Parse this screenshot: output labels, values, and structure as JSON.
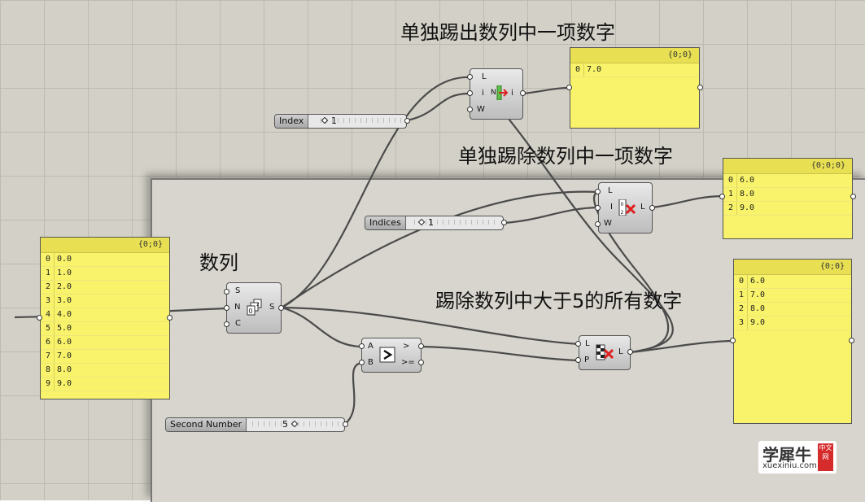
{
  "titles": {
    "remove_one_out": "单独踢出数列中一项数字",
    "remove_one_del": "单独踢除数列中一项数字",
    "series_label": "数列",
    "remove_gt5": "踢除数列中大于5的所有数字"
  },
  "panels": {
    "series": {
      "header": "{0;0}",
      "rows": [
        {
          "i": "0",
          "v": "0.0"
        },
        {
          "i": "1",
          "v": "1.0"
        },
        {
          "i": "2",
          "v": "2.0"
        },
        {
          "i": "3",
          "v": "3.0"
        },
        {
          "i": "4",
          "v": "4.0"
        },
        {
          "i": "5",
          "v": "5.0"
        },
        {
          "i": "6",
          "v": "6.0"
        },
        {
          "i": "7",
          "v": "7.0"
        },
        {
          "i": "8",
          "v": "8.0"
        },
        {
          "i": "9",
          "v": "9.0"
        }
      ]
    },
    "item_out": {
      "header": "{0;0}",
      "rows": [
        {
          "i": "0",
          "v": "7.0"
        }
      ]
    },
    "cull_index_out": {
      "header": "{0;0;0}",
      "rows": [
        {
          "i": "0",
          "v": "6.0"
        },
        {
          "i": "1",
          "v": "8.0"
        },
        {
          "i": "2",
          "v": "9.0"
        }
      ]
    },
    "cull_pattern_out": {
      "header": "{0;0}",
      "rows": [
        {
          "i": "0",
          "v": "6.0"
        },
        {
          "i": "1",
          "v": "7.0"
        },
        {
          "i": "2",
          "v": "8.0"
        },
        {
          "i": "3",
          "v": "9.0"
        }
      ]
    }
  },
  "sliders": {
    "index": {
      "name": "Index",
      "value": "1"
    },
    "indices": {
      "name": "Indices",
      "value": "1"
    },
    "second_number": {
      "name": "Second Number",
      "value": "5"
    }
  },
  "components": {
    "list_item": {
      "inputs": [
        "L",
        "i",
        "W"
      ],
      "output": "i"
    },
    "cull_index": {
      "inputs": [
        "L",
        "I",
        "W"
      ],
      "output": "L"
    },
    "series": {
      "inputs": [
        "S",
        "N",
        "C"
      ],
      "output": "S"
    },
    "larger": {
      "inputs": [
        "A",
        "B"
      ],
      "outputs": [
        ">",
        ">="
      ]
    },
    "cull_pattern": {
      "inputs": [
        "L",
        "P"
      ],
      "output": "L"
    }
  },
  "watermark": {
    "brand": "学犀牛",
    "site": "xuexiniu.com",
    "tag": "中文网"
  }
}
